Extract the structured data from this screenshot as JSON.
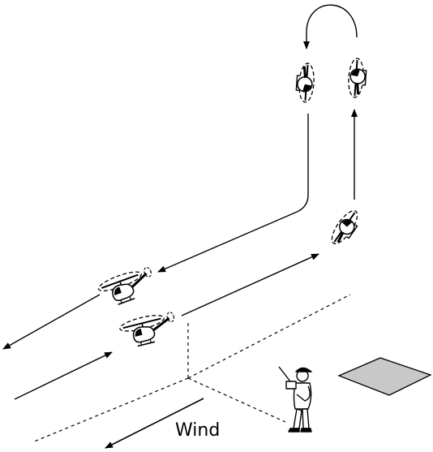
{
  "diagram": {
    "wind_label": "Wind",
    "colors": {
      "ink": "#000000",
      "pad_fill": "#c8c8c8",
      "background": "#ffffff"
    },
    "elements": [
      "flight-path-upper",
      "flight-path-lower",
      "vertical-climb-path",
      "vertical-descent-path",
      "loop-arc",
      "helicopter-icon",
      "pilot-figure",
      "landing-pad",
      "wind-arrow",
      "ground-perspective-lines"
    ]
  }
}
